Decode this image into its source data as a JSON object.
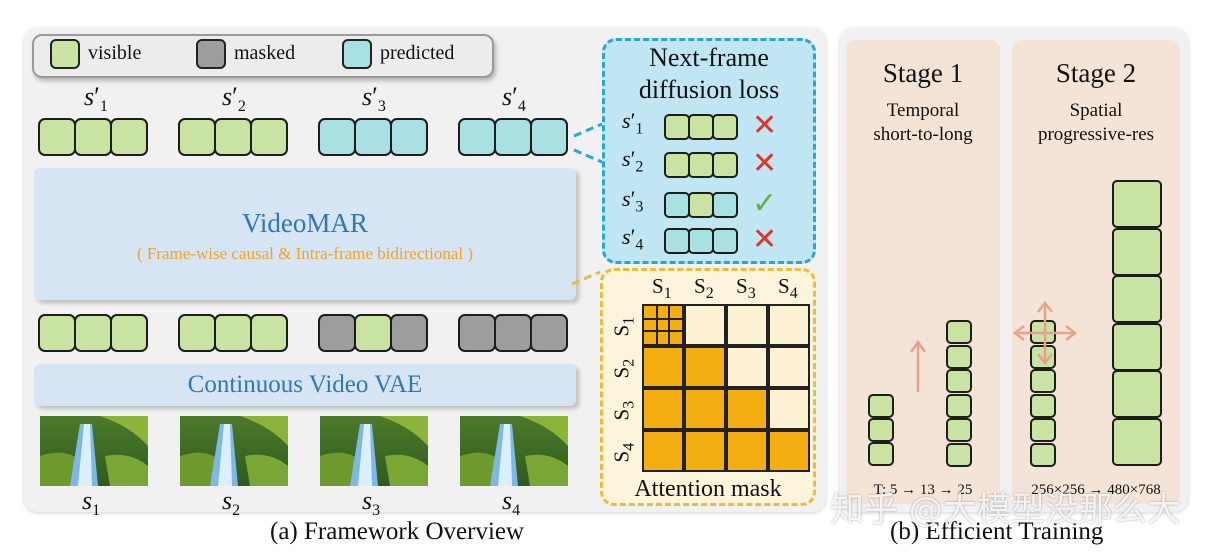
{
  "legend": {
    "visible": "visible",
    "masked": "masked",
    "predicted": "predicted"
  },
  "top_labels": [
    "1",
    "2",
    "3",
    "4"
  ],
  "bottom_labels": [
    "1",
    "2",
    "3",
    "4"
  ],
  "videomar": {
    "title": "VideoMAR",
    "subtitle": "( Frame-wise causal & Intra-frame bidirectional )"
  },
  "vae": {
    "title": "Continuous Video VAE"
  },
  "loss_box": {
    "title_line1": "Next-frame",
    "title_line2": "diffusion loss",
    "rows": [
      {
        "label": "1",
        "mark": "✕"
      },
      {
        "label": "2",
        "mark": "✕"
      },
      {
        "label": "3",
        "mark": "✓"
      },
      {
        "label": "4",
        "mark": "✕"
      }
    ]
  },
  "attention": {
    "cols": [
      "1",
      "2",
      "3",
      "4"
    ],
    "rows": [
      "1",
      "2",
      "3",
      "4"
    ],
    "caption": "Attention mask"
  },
  "caption_a": "(a) Framework Overview",
  "caption_b": "(b) Efficient Training",
  "stage1": {
    "title": "Stage 1",
    "line1": "Temporal",
    "line2": "short-to-long",
    "footer": "T: 5 → 13 → 25"
  },
  "stage2": {
    "title": "Stage 2",
    "line1": "Spatial",
    "line2": "progressive-res",
    "footer": "256×256 → 480×768"
  },
  "watermark": "知乎 @大模型没那么大",
  "colors": {
    "visible": "#c8e3a2",
    "masked": "#9b9e9c",
    "predicted": "#a9e1e3",
    "loss_border": "#2aa6d3",
    "loss_bg": "#bfe6f2",
    "attn_border": "#f0b93a",
    "attn_on": "#f5ae12",
    "attn_off": "#fdf1d3",
    "cross": "#e0332a",
    "check": "#5fb340",
    "text_blue": "#2f78b5",
    "text_orange": "#f0a225"
  }
}
